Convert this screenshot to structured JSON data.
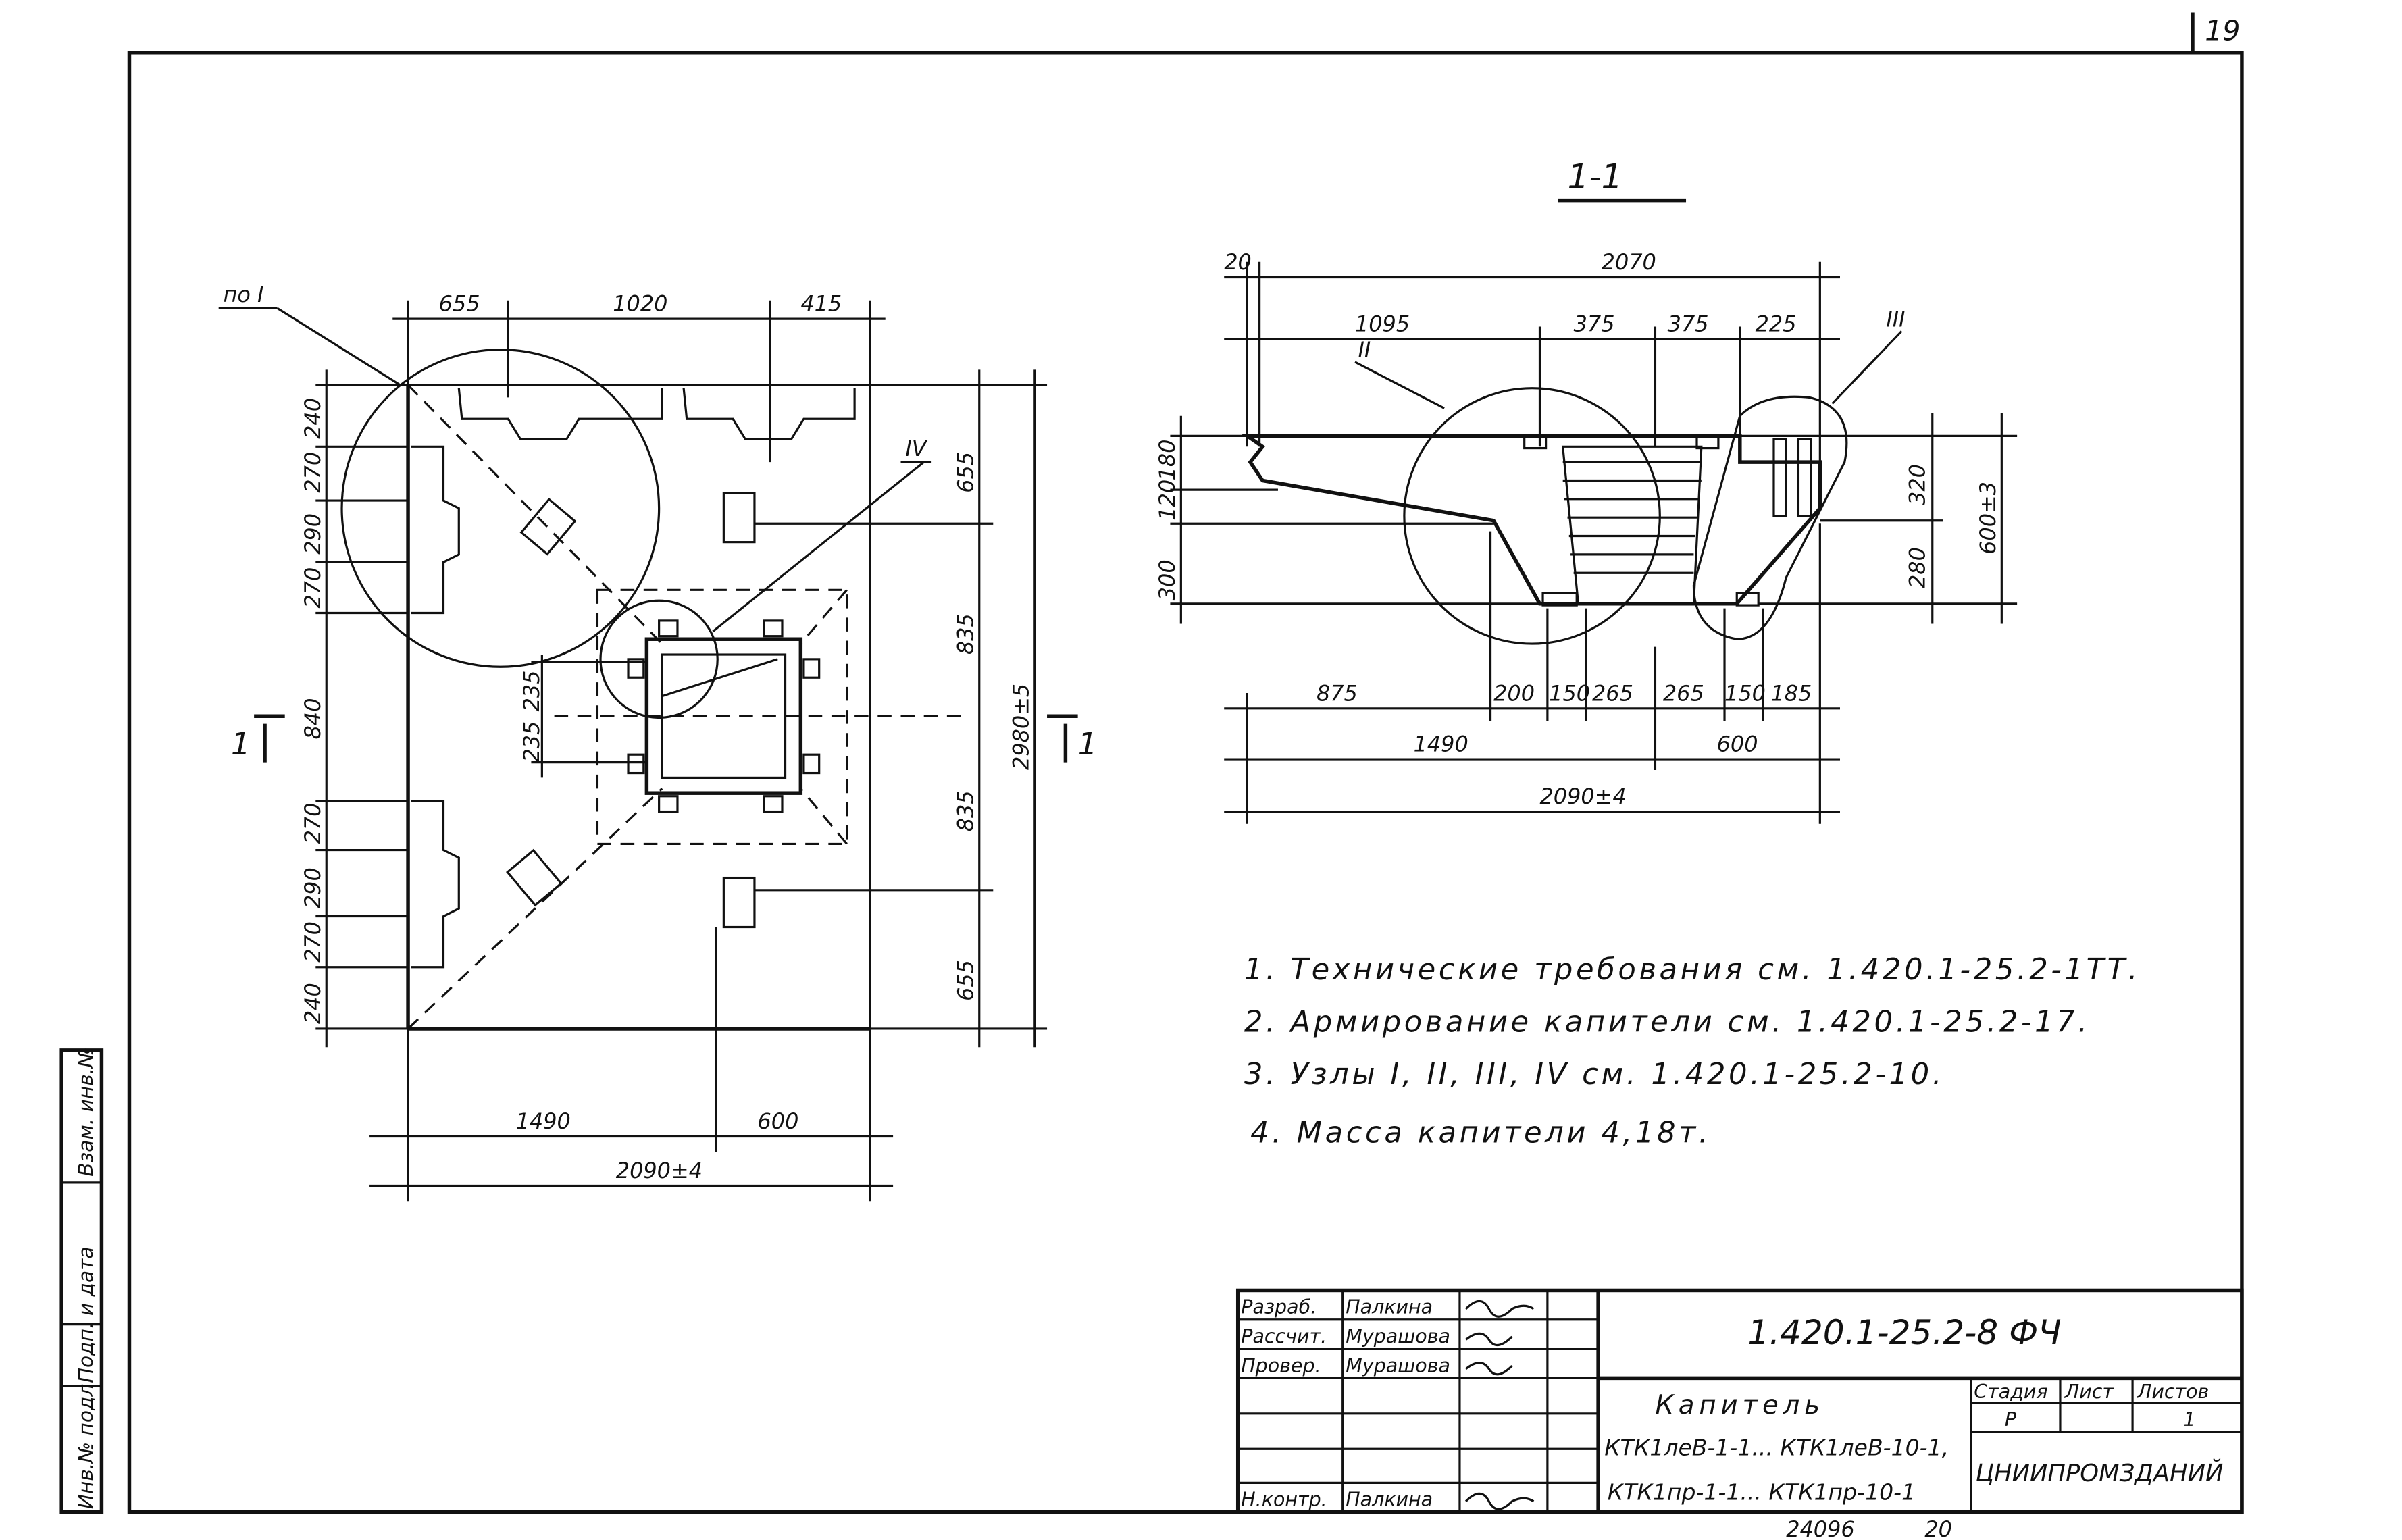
{
  "sheet_number": "19",
  "section_title": "1-1",
  "plan": {
    "node_ref_I": "по I",
    "node_IV": "IV",
    "cut_mark": "1",
    "dims_top": [
      "655",
      "1020",
      "415"
    ],
    "dims_left": [
      "240",
      "270",
      "290",
      "270",
      "840",
      "270",
      "290",
      "270",
      "240"
    ],
    "dims_inner": [
      "235",
      "235"
    ],
    "dims_right": [
      "655",
      "835",
      "835",
      "655"
    ],
    "dim_overall_h": "2980±5",
    "dims_bottom": [
      "1490",
      "600"
    ],
    "dim_overall_w": "2090±4"
  },
  "section": {
    "dim_20": "20",
    "dim_total_top": "2070",
    "dims_top": [
      "1095",
      "375",
      "375",
      "225"
    ],
    "node_II": "II",
    "node_III": "III",
    "dims_left": [
      "180",
      "120",
      "300"
    ],
    "dims_right": [
      "320",
      "280"
    ],
    "dim_height": "600±3",
    "dims_bottom1": [
      "875",
      "200",
      "150",
      "265",
      "265",
      "150",
      "185"
    ],
    "dims_bottom2": [
      "1490",
      "600"
    ],
    "dim_overall": "2090±4"
  },
  "notes": [
    "1. Технические требования см. 1.420.1-25.2-1ТТ.",
    "2. Армирование капители см. 1.420.1-25.2-17.",
    "3. Узлы I, II, III, IV см. 1.420.1-25.2-10.",
    "4. Масса капители 4,18т."
  ],
  "side_stamp": [
    "Инв.№ подл.",
    "Подп. и дата",
    "Взам. инв.№"
  ],
  "title_block": {
    "roles": [
      "Разраб.",
      "Рассчит.",
      "Провер.",
      "Н.контр."
    ],
    "names": [
      "Палкина",
      "Мурашова",
      "Мурашова",
      "Палкина"
    ],
    "document_code": "1.420.1-25.2-8 ФЧ",
    "name_line1": "Капитель",
    "name_line2": "КТК1леВ-1-1... КТК1леВ-10-1,",
    "name_line3": "КТК1пр-1-1... КТК1пр-10-1",
    "col_stage": "Стадия",
    "col_sheet": "Лист",
    "col_sheets": "Листов",
    "stage": "Р",
    "sheets": "1",
    "organization": "ЦНИИПРОМЗДАНИЙ"
  },
  "footer": {
    "archive_no": "24096",
    "page": "20"
  }
}
